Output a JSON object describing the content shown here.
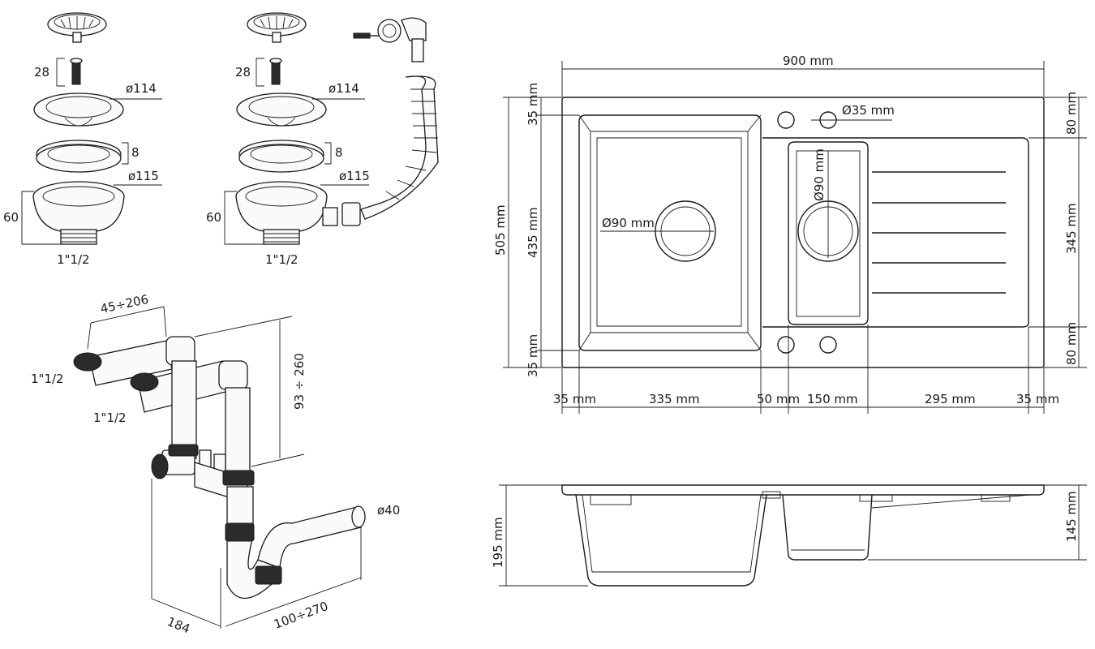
{
  "drain_set_1": {
    "height_28": "28",
    "dia_114": "ø114",
    "thick_8": "8",
    "dia_115": "ø115",
    "height_60": "60",
    "thread": "1\"1/2"
  },
  "drain_set_2": {
    "height_28": "28",
    "dia_114": "ø114",
    "thick_8": "8",
    "dia_115": "ø115",
    "height_60": "60",
    "thread": "1\"1/2"
  },
  "siphon": {
    "spacing": "45÷206",
    "inlet_1": "1\"1/2",
    "inlet_2": "1\"1/2",
    "height": "93 ÷ 260",
    "outlet_dia": "ø40",
    "depth": "184",
    "length": "100÷270"
  },
  "top_view": {
    "width_total": "900 mm",
    "depth_total": "505 mm",
    "bowl_height": "435 mm",
    "margin_top": "35 mm",
    "margin_bottom": "35 mm",
    "tap_hole": "Ø35 mm",
    "drain_main": "Ø90 mm",
    "drain_small": "Ø90 mm",
    "right_top": "80 mm",
    "right_mid": "345 mm",
    "right_bottom": "80 mm",
    "bottom_dims": [
      "35 mm",
      "335 mm",
      "50 mm",
      "150 mm",
      "295 mm",
      "35 mm"
    ]
  },
  "side_view": {
    "depth_main": "195 mm",
    "depth_small": "145 mm"
  }
}
